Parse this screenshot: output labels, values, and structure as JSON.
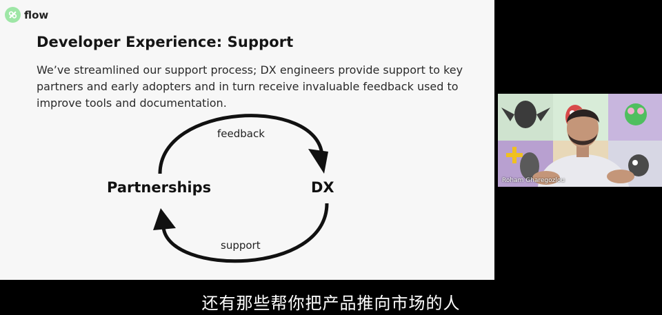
{
  "slide": {
    "brand": "flow",
    "title": "Developer Experience: Support",
    "description": "We’ve streamlined our support process; DX engineers provide support to key partners and early adopters and in turn receive invaluable feedback used to improve tools and documentation.",
    "diagram": {
      "left_node": "Partnerships",
      "right_node": "DX",
      "top_arrow": "feedback",
      "bottom_arrow": "support"
    }
  },
  "video": {
    "participant_name": "Roham Gharegozlou"
  },
  "captions": {
    "text": "还有那些帮你把产品推向市场的人"
  }
}
